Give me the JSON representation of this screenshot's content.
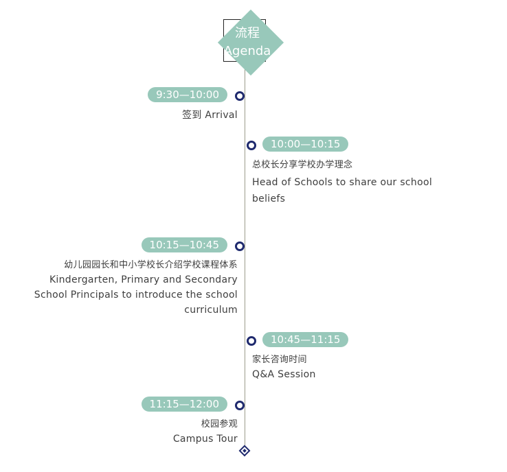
{
  "header": {
    "zh": "流程",
    "en": "Agenda"
  },
  "items": [
    {
      "time": "9:30—10:00",
      "zh": "签到 Arrival"
    },
    {
      "time": "10:00—10:15",
      "zh": "总校长分享学校办学理念",
      "en1": "Head of Schools to share our school",
      "en2": "beliefs"
    },
    {
      "time": "10:15—10:45",
      "zh": "幼儿园园长和中小学校长介绍学校课程体系",
      "en1": "Kindergarten, Primary and Secondary",
      "en2": "School Principals to introduce the school",
      "en3": "curriculum"
    },
    {
      "time": "10:45—11:15",
      "zh": "家长咨询时间",
      "en1": "Q&A Session"
    },
    {
      "time": "11:15—12:00",
      "zh": "校园参观",
      "en1": "Campus Tour"
    }
  ],
  "colors": {
    "accent": "#98c8ba",
    "dot": "#1f2a6e",
    "line": "#9a9a8a",
    "text": "#3d3d3d"
  }
}
